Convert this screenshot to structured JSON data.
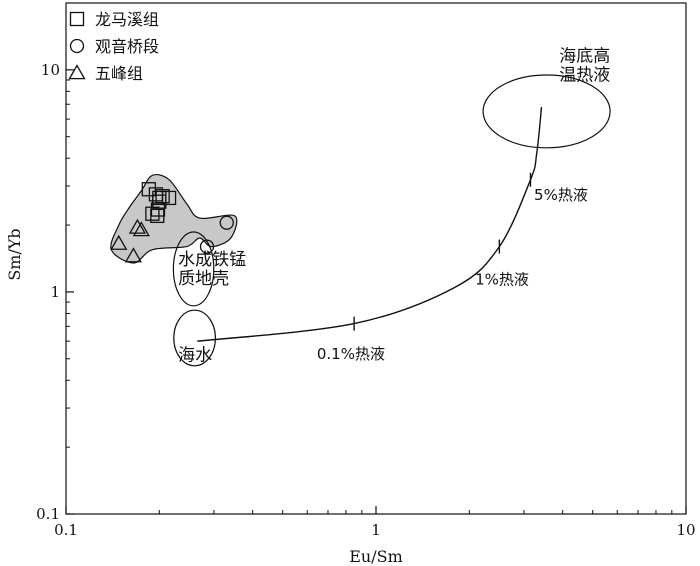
{
  "chart_data": {
    "type": "scatter",
    "x_scale": "log",
    "y_scale": "log",
    "xlim": [
      0.1,
      10
    ],
    "ylim": [
      0.1,
      20
    ],
    "xlabel": "Eu/Sm",
    "ylabel": "Sm/Yb",
    "x_ticks": [
      {
        "value": 0.1,
        "label": "0.1"
      },
      {
        "value": 1,
        "label": "1"
      },
      {
        "value": 10,
        "label": "10"
      }
    ],
    "y_ticks": [
      {
        "value": 0.1,
        "label": "0.1"
      },
      {
        "value": 1,
        "label": "1"
      },
      {
        "value": 10,
        "label": "10"
      }
    ],
    "legend_position": "top-left",
    "grid": false,
    "series": [
      {
        "name": "龙马溪组",
        "marker": "square",
        "points": [
          {
            "x": 0.185,
            "y": 2.9
          },
          {
            "x": 0.195,
            "y": 2.75
          },
          {
            "x": 0.2,
            "y": 2.65
          },
          {
            "x": 0.2,
            "y": 2.55
          },
          {
            "x": 0.205,
            "y": 2.7
          },
          {
            "x": 0.198,
            "y": 2.35
          },
          {
            "x": 0.19,
            "y": 2.25
          },
          {
            "x": 0.197,
            "y": 2.2
          },
          {
            "x": 0.215,
            "y": 2.65
          }
        ]
      },
      {
        "name": "观音桥段",
        "marker": "circle",
        "points": [
          {
            "x": 0.33,
            "y": 2.05
          },
          {
            "x": 0.285,
            "y": 1.6
          }
        ]
      },
      {
        "name": "五峰组",
        "marker": "triangle",
        "points": [
          {
            "x": 0.17,
            "y": 1.95
          },
          {
            "x": 0.175,
            "y": 1.9
          },
          {
            "x": 0.148,
            "y": 1.65
          },
          {
            "x": 0.165,
            "y": 1.45
          }
        ]
      }
    ],
    "mixing_curve": {
      "points": [
        {
          "x": 0.265,
          "y": 0.6
        },
        {
          "x": 0.85,
          "y": 0.72
        },
        {
          "x": 1.8,
          "y": 1.05
        },
        {
          "x": 2.5,
          "y": 1.6
        },
        {
          "x": 3.15,
          "y": 3.2
        },
        {
          "x": 3.3,
          "y": 4.2
        },
        {
          "x": 3.42,
          "y": 6.8
        }
      ],
      "ticks": [
        {
          "x": 0.85,
          "y": 0.72,
          "label": "0.1%热液",
          "lx": 0.83,
          "ly": 0.5
        },
        {
          "x": 2.5,
          "y": 1.6,
          "label": "1%热液",
          "lx": 2.55,
          "ly": 1.08
        },
        {
          "x": 3.15,
          "y": 3.2,
          "label": "5%热液",
          "lx": 3.95,
          "ly": 2.6
        }
      ]
    },
    "annotations": [
      {
        "lines": [
          "海底高",
          "温热液"
        ],
        "x": 3.9,
        "y": 10.9
      },
      {
        "lines": [
          "水成铁锰",
          "质地壳"
        ],
        "x": 0.23,
        "y": 1.32
      },
      {
        "lines": [
          "海水"
        ],
        "x": 0.23,
        "y": 0.49
      }
    ],
    "fields": [
      {
        "name": "hydrothermal",
        "cx": 3.55,
        "cy": 6.5,
        "rx_log": 0.205,
        "ry_log": 0.164
      },
      {
        "name": "crust",
        "cx": 0.258,
        "cy": 1.27,
        "rx_log": 0.065,
        "ry_log": 0.166
      },
      {
        "name": "seawater",
        "cx": 0.26,
        "cy": 0.62,
        "rx_log": 0.067,
        "ry_log": 0.125
      }
    ],
    "sample_envelope": [
      {
        "x": 0.175,
        "y": 2.85
      },
      {
        "x": 0.19,
        "y": 3.35
      },
      {
        "x": 0.215,
        "y": 3.2
      },
      {
        "x": 0.245,
        "y": 2.5
      },
      {
        "x": 0.27,
        "y": 2.15
      },
      {
        "x": 0.35,
        "y": 2.2
      },
      {
        "x": 0.34,
        "y": 1.75
      },
      {
        "x": 0.295,
        "y": 1.6
      },
      {
        "x": 0.27,
        "y": 1.75
      },
      {
        "x": 0.245,
        "y": 1.6
      },
      {
        "x": 0.19,
        "y": 1.55
      },
      {
        "x": 0.165,
        "y": 1.35
      },
      {
        "x": 0.14,
        "y": 1.55
      },
      {
        "x": 0.148,
        "y": 2.0
      },
      {
        "x": 0.16,
        "y": 2.4
      },
      {
        "x": 0.175,
        "y": 2.85
      }
    ],
    "colors": {
      "envelope_fill": "#c8c8c8",
      "line": "#111111",
      "background": "#ffffff"
    }
  }
}
